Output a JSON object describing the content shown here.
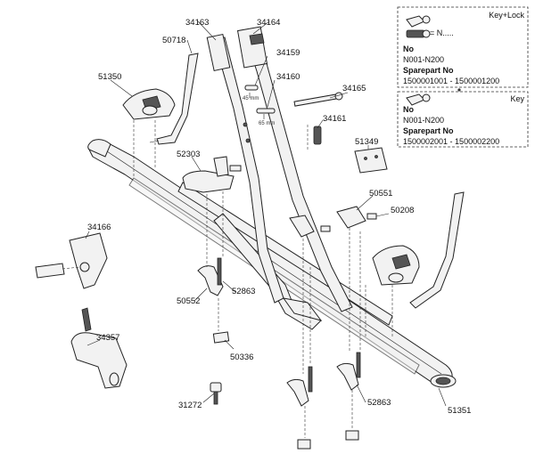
{
  "part_labels": {
    "p34163": "34163",
    "p34164": "34164",
    "p50718": "50718",
    "p34159": "34159",
    "p34160": "34160",
    "p51350": "51350",
    "p34165": "34165",
    "p34161": "34161",
    "p51349": "51349",
    "p52303": "52303",
    "p50551": "50551",
    "p50208": "50208",
    "p34166": "34166",
    "p50552": "50552",
    "p52863a": "52863",
    "p34357": "34357",
    "p50336": "50336",
    "p31272": "31272",
    "p52863b": "52863",
    "p51351": "51351"
  },
  "dimensions": {
    "d45": "45 mm",
    "d65": "65 mm"
  },
  "keylock_box": {
    "title": "Key+Lock",
    "n_suffix": "= N.....",
    "no_label": "No",
    "no_value": "N001-N200",
    "spare_label": "Sparepart No",
    "spare_value": "1500001001 - 1500001200"
  },
  "key_box": {
    "title": "Key",
    "no_label": "No",
    "no_value": "N001-N200",
    "spare_label": "Sparepart No",
    "spare_value": "1500002001 - 1500002200"
  },
  "colors": {
    "line": "#222222",
    "fill": "#f2f2f2",
    "dark": "#555555"
  }
}
